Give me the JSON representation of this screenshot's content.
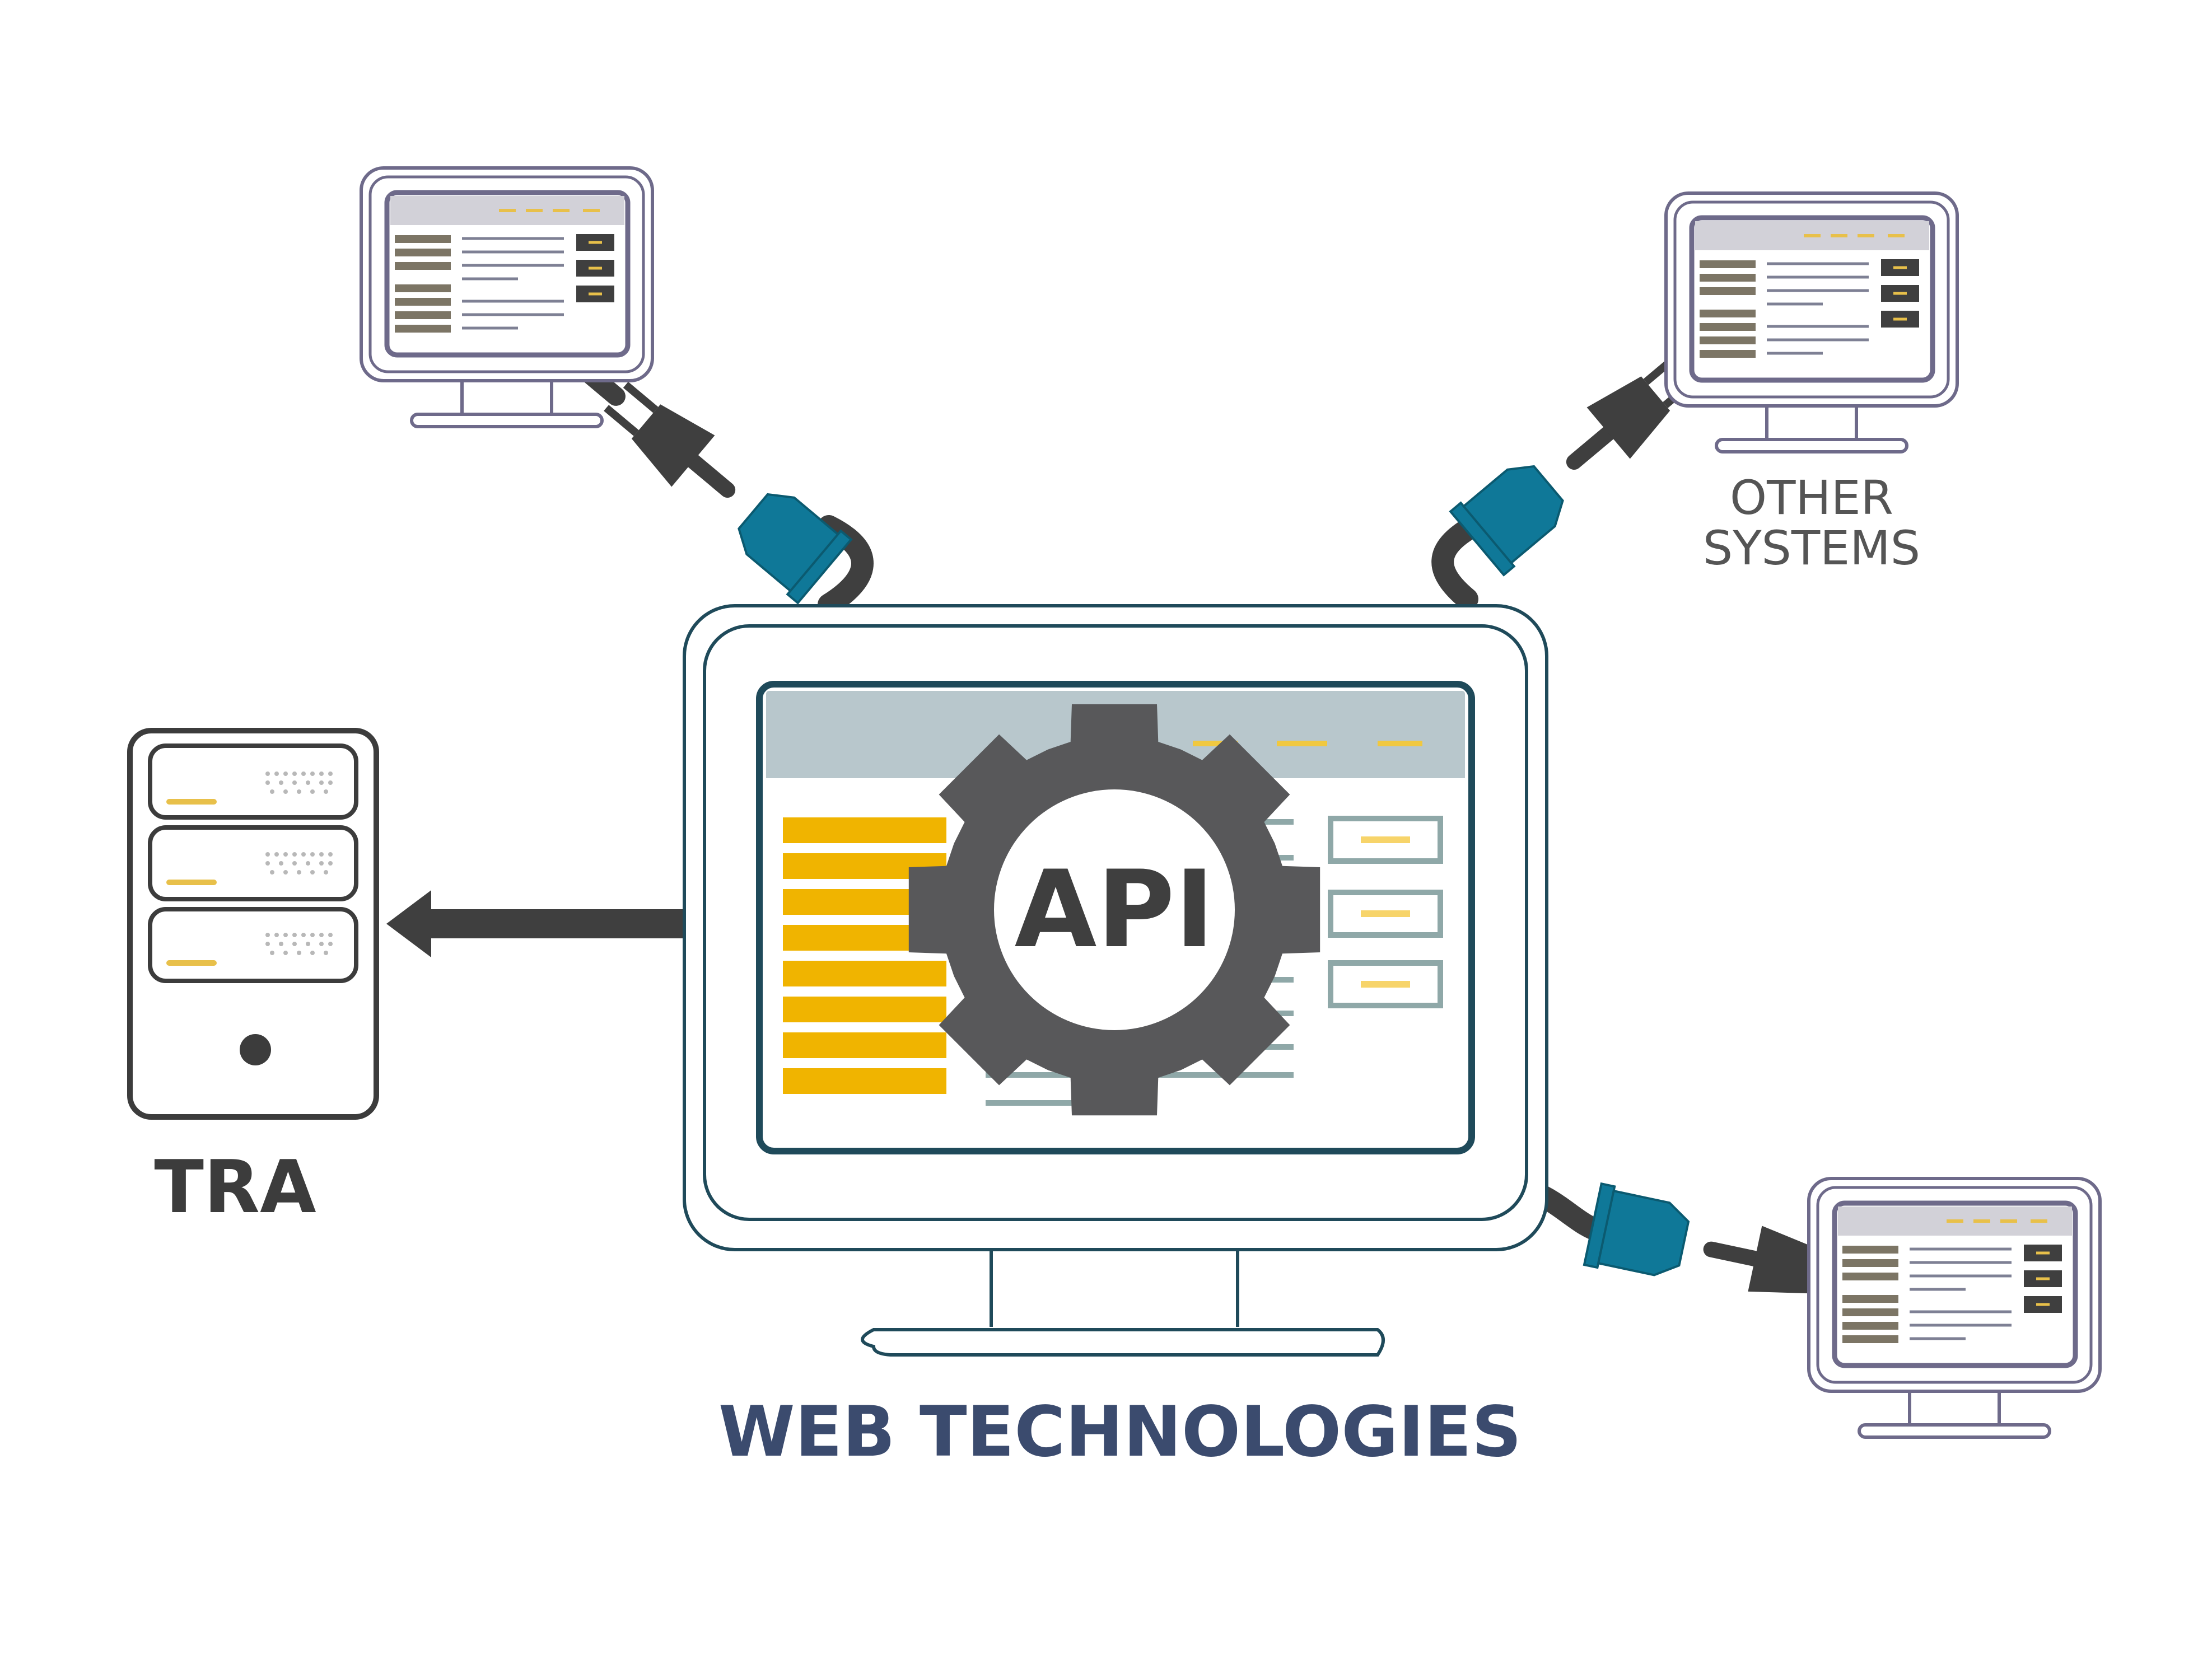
{
  "labels": {
    "center": "WEB TECHNOLOGIES",
    "gear": "API",
    "server": "TRA",
    "systems_line1": "OTHER",
    "systems_line2": "SYSTEMS"
  },
  "colors": {
    "background": "#ffffff",
    "main_monitor_outline": "#1f4a5a",
    "screen_header": "#b8c7cc",
    "yellow_accent": "#f0b400",
    "light_yellow": "#f7d46a",
    "gear_gray": "#58585a",
    "dark_gray": "#3f3f3f",
    "plug_blue": "#0f7898",
    "small_monitor_outline": "#6e6a8a",
    "small_screen_header": "#d2d1d8",
    "small_block_brown": "#7c7565",
    "teal_box": "#8fa8a8",
    "server_outline": "#3c3c3c",
    "center_label": "#3b4b6e",
    "other_label": "#555555"
  },
  "icons": {
    "main": "monitor-icon",
    "gear": "gear-icon",
    "server": "server-icon",
    "arrow": "arrow-left-icon",
    "plug": "plug-icon"
  }
}
